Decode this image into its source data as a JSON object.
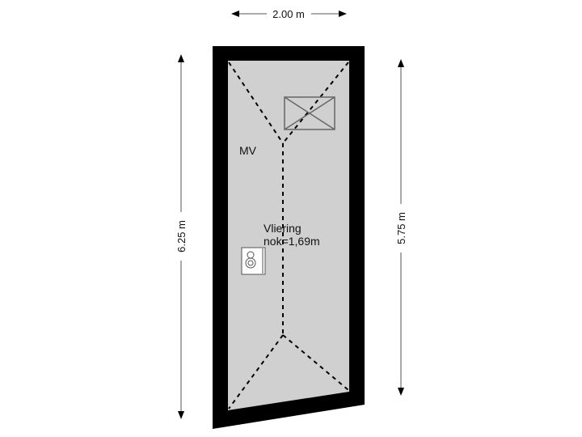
{
  "plan": {
    "room_name": "Vliering",
    "room_note": "nok=1,69m",
    "mv_label": "MV",
    "floor_color": "#d0d0d0",
    "wall_color": "#000000"
  },
  "dimensions": {
    "width_top": "2.00 m",
    "height_left": "6.25 m",
    "height_right": "5.75 m"
  },
  "symbols": {
    "skylight": "skylight-icon",
    "boiler": "boiler-icon",
    "roof_ridge": "dashed-ridge-lines"
  }
}
